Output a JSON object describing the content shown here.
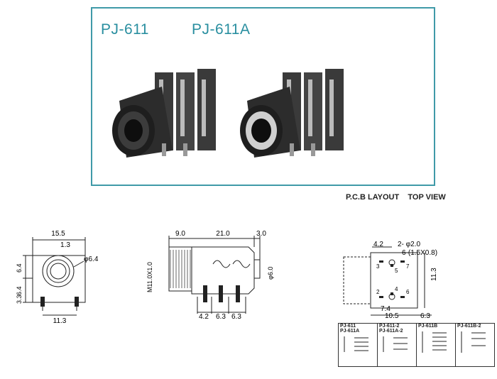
{
  "header": {
    "model_left": "PJ-611",
    "model_right": "PJ-611A",
    "layout_label": "P.C.B LAYOUT    TOP VIEW"
  },
  "front_view": {
    "dim_width": "15.5",
    "dim_offset": "1.3",
    "dim_hole": "φ6.4",
    "dim_top": "6.4",
    "dim_mid": "6.4",
    "dim_low": "3.3",
    "dim_pins": "11.3"
  },
  "side_view": {
    "dim_thread": "9.0",
    "dim_body": "21.0",
    "dim_rear": "3.0",
    "thread_label": "M11.0X1.0",
    "dim_rear_dia": "φ6.0",
    "pitch_1": "4.2",
    "pitch_2": "6.3",
    "pitch_3": "6.3"
  },
  "pcb_layout": {
    "dim_top_offset": "4.2",
    "hole_label": "2- φ2.0",
    "slot_label": "6-(1.5X0.8)",
    "dim_height": "11.3",
    "dim_low_offset": "7.4",
    "dim_width": "10.5",
    "dim_right": "6.3",
    "pin_3": "3",
    "pin_5": "5",
    "pin_7": "7",
    "pin_2": "2",
    "pin_4": "4",
    "pin_6": "6"
  },
  "variants": {
    "col1_a": "PJ-611",
    "col1_b": "PJ-611A",
    "col2_a": "PJ-611-2",
    "col2_b": "PJ-611A-2",
    "col3_a": "PJ-611B",
    "col4_a": "PJ-611B-2"
  },
  "colors": {
    "frame": "#3f9aa8",
    "model_text": "#2a8fa0",
    "drawing": "#222222"
  }
}
